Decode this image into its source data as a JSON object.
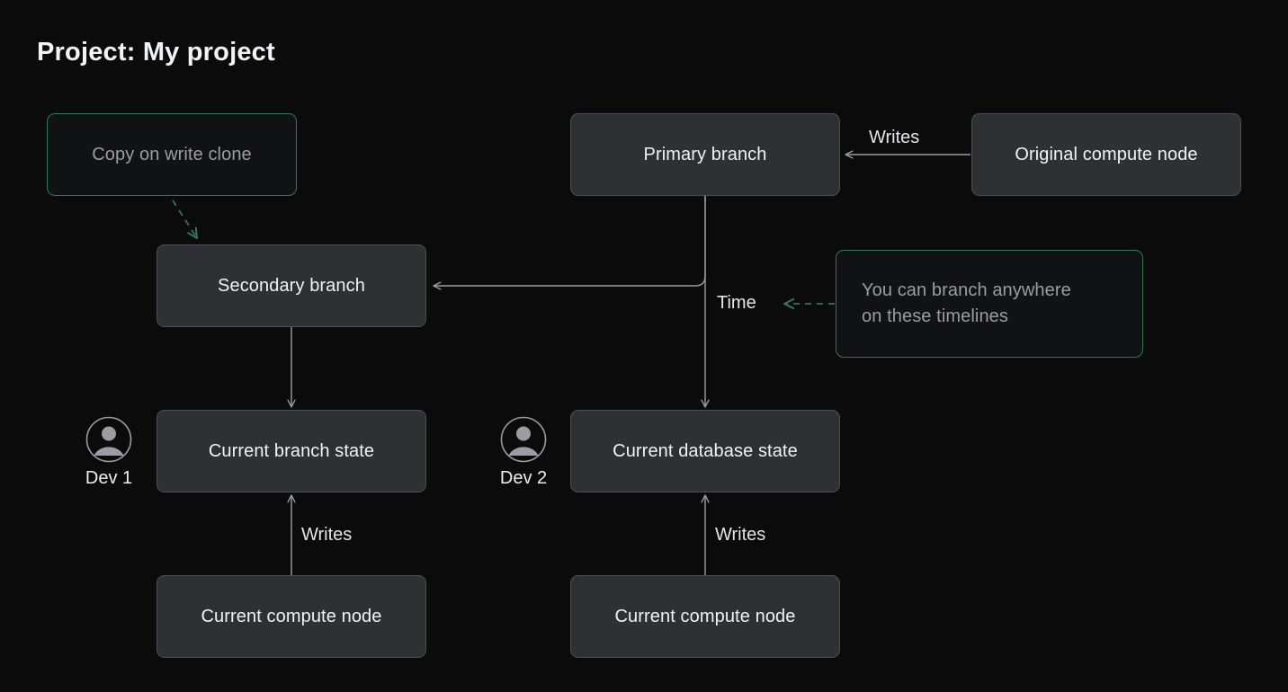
{
  "title": "Project: My project",
  "theme": {
    "background": "#0b0b0c",
    "node_fill": "#2e3034",
    "node_border": "#4b4e54",
    "node_text": "#f1f2f3",
    "accent_green": "#2f7857",
    "callout_text": "#9a9ea3",
    "wire": "#9a9ea0"
  },
  "nodes": {
    "primary_branch": "Primary branch",
    "original_compute_node": "Original compute node",
    "secondary_branch": "Secondary branch",
    "current_branch_state": "Current branch state",
    "current_database_state": "Current database state",
    "current_compute_node_left": "Current compute node",
    "current_compute_node_right": "Current compute node"
  },
  "callouts": {
    "copy_on_write_clone": "Copy on write clone",
    "branch_anywhere_line1": "You can branch anywhere",
    "branch_anywhere_line2": "on these timelines"
  },
  "edge_labels": {
    "writes_top": "Writes",
    "writes_left": "Writes",
    "writes_right": "Writes",
    "time": "Time"
  },
  "devs": [
    {
      "label": "Dev 1",
      "icon": "user-avatar-icon"
    },
    {
      "label": "Dev 2",
      "icon": "user-avatar-icon"
    }
  ]
}
